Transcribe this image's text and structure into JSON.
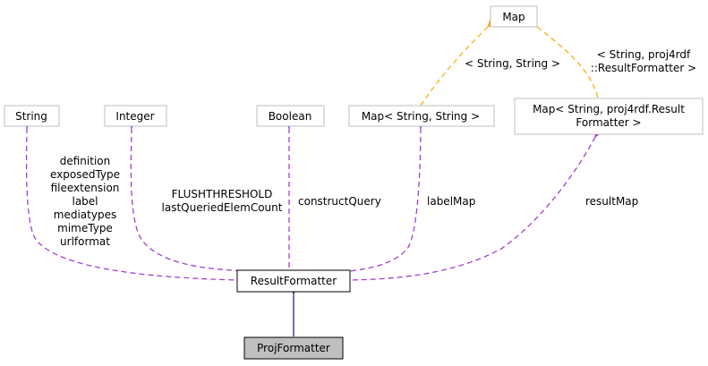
{
  "colors": {
    "node_border_gray": "#bfbfbf",
    "node_border_black": "#000000",
    "focus_fill": "#bfbfbf",
    "usage_edge": "#9a32cd",
    "template_edge": "#ffa500",
    "inherit_edge": "#191970"
  },
  "nodes": {
    "string": "String",
    "integer": "Integer",
    "boolean": "Boolean",
    "map_string_string": "Map< String, String >",
    "map": "Map",
    "map_result_line1": "Map< String, proj4rdf.Result",
    "map_result_line2": "Formatter >",
    "result_formatter": "ResultFormatter",
    "proj_formatter": "ProjFormatter"
  },
  "edge_labels": {
    "string_vars": [
      "definition",
      "exposedType",
      "fileextension",
      "label",
      "mediatypes",
      "mimeType",
      "urlformat"
    ],
    "integer_vars": [
      "FLUSHTHRESHOLD",
      "lastQueriedElemCount"
    ],
    "boolean_var": "constructQuery",
    "labelmap_var": "labelMap",
    "resultmap_var": "resultMap",
    "template_string_string": "< String, String >",
    "template_result_line1": "< String, proj4rdf",
    "template_result_line2": "::ResultFormatter >"
  }
}
